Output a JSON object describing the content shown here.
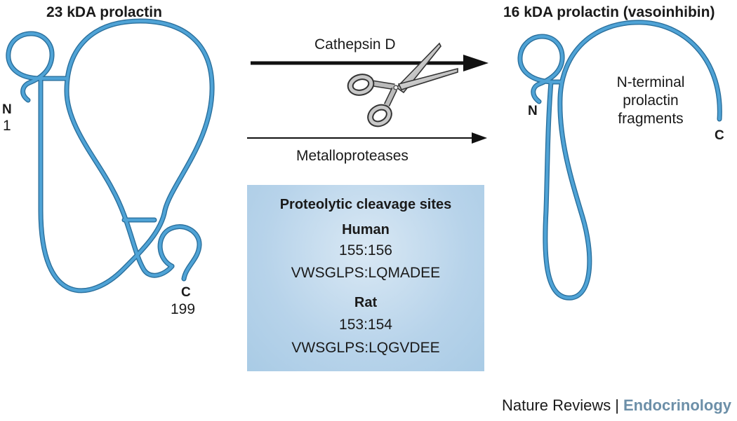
{
  "left": {
    "title": "23 kDA prolactin",
    "n_label": "N",
    "n_number": "1",
    "c_label": "C",
    "c_number": "199"
  },
  "right": {
    "title": "16 kDA prolactin (vasoinhibin)",
    "n_label": "N",
    "c_label": "C",
    "fragment_label": [
      "N-terminal",
      "prolactin",
      "fragments"
    ]
  },
  "arrows": {
    "top_label": "Cathepsin D",
    "bottom_label": "Metalloproteases"
  },
  "cleavage_box": {
    "heading": "Proteolytic cleavage sites",
    "human_label": "Human",
    "human_sites": "155:156",
    "human_sequence": "VWSGLPS:LQMADEE",
    "rat_label": "Rat",
    "rat_sites": "153:154",
    "rat_sequence": "VWSGLPS:LQGVDEE"
  },
  "footer": {
    "publisher": "Nature Reviews",
    "separator": "|",
    "journal": "Endocrinology"
  },
  "colors": {
    "protein_chain": "#4fa3d6",
    "protein_outline": "#2a6f9c",
    "box_fill": "#b7d3ea",
    "journal": "#6c8fa8"
  }
}
